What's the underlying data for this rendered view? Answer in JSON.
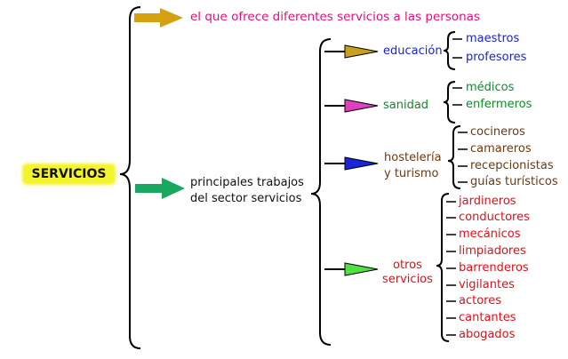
{
  "root": {
    "label": "SERVICIOS",
    "definition": "el que ofrece diferentes servicios a las personas",
    "jobs_label": "principales trabajos\ndel sector servicios"
  },
  "branches": [
    {
      "label": "educación",
      "items": [
        "maestros",
        "profesores"
      ]
    },
    {
      "label": "sanidad",
      "items": [
        "médicos",
        "enfermeros"
      ]
    },
    {
      "label": "hostelería\ny turismo",
      "items": [
        "cocineros",
        "camareros",
        "recepcionistas",
        "guías turísticos"
      ]
    },
    {
      "label": "otros\nservicios",
      "items": [
        "jardineros",
        "conductores",
        "mecánicos",
        "limpiadores",
        "barrenderos",
        "vigilantes",
        "actores",
        "cantantes",
        "abogados"
      ]
    }
  ],
  "colors": {
    "root_highlight": "#f4f42c",
    "definition_text": "#e0117c",
    "definition_arrow": "#d4a010",
    "jobs_arrow": "#1aa860",
    "educacion": "#1a25c9",
    "educacion_arrow": "#c9a01a",
    "sanidad": "#128a2c",
    "sanidad_arrow": "#e040c0",
    "hosteleria": "#6a3a12",
    "hosteleria_arrow": "#1a25d9",
    "otros": "#e0101a",
    "otros_arrow": "#50e040"
  },
  "icons": [
    "arrow-right-icon",
    "brace-icon"
  ]
}
